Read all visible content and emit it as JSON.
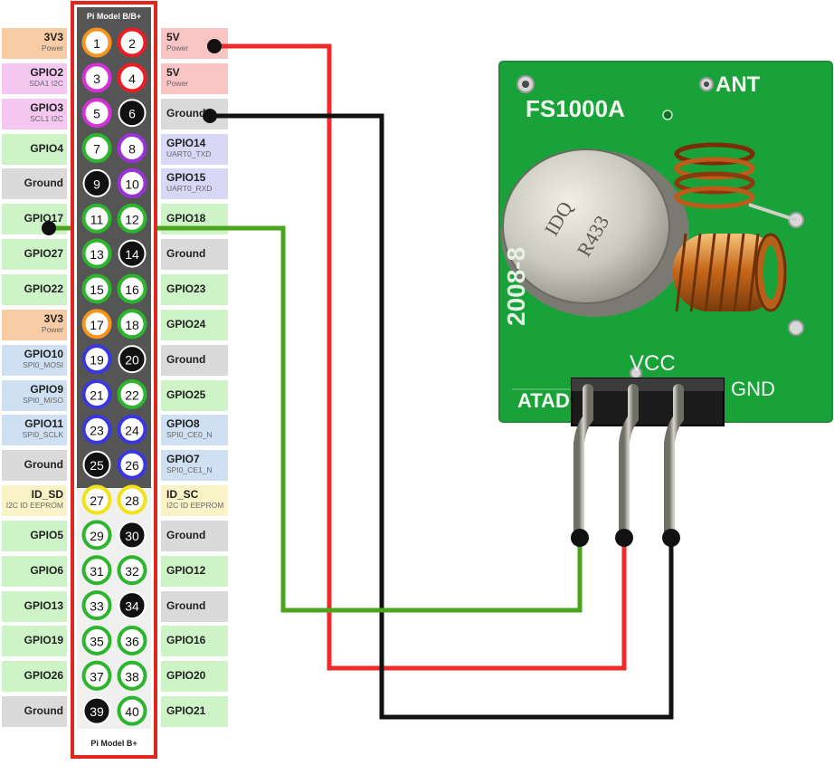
{
  "header": {
    "top_title": "Pi Model B/B+",
    "bottom_title": "Pi Model B+"
  },
  "colors": {
    "power3v3": "#f7cba4",
    "power5v": "#f8c4c4",
    "i2c": "#f4c8f1",
    "gpio": "#cdf3c7",
    "ground": "#dadada",
    "uart": "#d8d8f6",
    "spi": "#cfe0f2",
    "eeprom": "#fbf3c8",
    "ring_orange": "#f7941d",
    "ring_red": "#ed1c24",
    "ring_magenta": "#d631d6",
    "ring_green": "#2db52d",
    "ring_purple": "#9a32d6",
    "ring_blue": "#3b37e0",
    "ring_yellow": "#f2e21a",
    "ring_black": "#111111",
    "wire_red": "#ee2a2a",
    "wire_black": "#111111",
    "wire_green": "#4aa51c",
    "header_frame": "#e0261f"
  },
  "pins": [
    {
      "n": "1",
      "c": "orange"
    },
    {
      "n": "2",
      "c": "red"
    },
    {
      "n": "3",
      "c": "magenta"
    },
    {
      "n": "4",
      "c": "red"
    },
    {
      "n": "5",
      "c": "magenta"
    },
    {
      "n": "6",
      "c": "black"
    },
    {
      "n": "7",
      "c": "green"
    },
    {
      "n": "8",
      "c": "purple"
    },
    {
      "n": "9",
      "c": "black"
    },
    {
      "n": "10",
      "c": "purple"
    },
    {
      "n": "11",
      "c": "green"
    },
    {
      "n": "12",
      "c": "green"
    },
    {
      "n": "13",
      "c": "green"
    },
    {
      "n": "14",
      "c": "black"
    },
    {
      "n": "15",
      "c": "green"
    },
    {
      "n": "16",
      "c": "green"
    },
    {
      "n": "17",
      "c": "orange"
    },
    {
      "n": "18",
      "c": "green"
    },
    {
      "n": "19",
      "c": "blue"
    },
    {
      "n": "20",
      "c": "black"
    },
    {
      "n": "21",
      "c": "blue"
    },
    {
      "n": "22",
      "c": "green"
    },
    {
      "n": "23",
      "c": "blue"
    },
    {
      "n": "24",
      "c": "blue"
    },
    {
      "n": "25",
      "c": "black"
    },
    {
      "n": "26",
      "c": "blue"
    },
    {
      "n": "27",
      "c": "yellow"
    },
    {
      "n": "28",
      "c": "yellow"
    },
    {
      "n": "29",
      "c": "green"
    },
    {
      "n": "30",
      "c": "black"
    },
    {
      "n": "31",
      "c": "green"
    },
    {
      "n": "32",
      "c": "green"
    },
    {
      "n": "33",
      "c": "green"
    },
    {
      "n": "34",
      "c": "black"
    },
    {
      "n": "35",
      "c": "green"
    },
    {
      "n": "36",
      "c": "green"
    },
    {
      "n": "37",
      "c": "green"
    },
    {
      "n": "38",
      "c": "green"
    },
    {
      "n": "39",
      "c": "black"
    },
    {
      "n": "40",
      "c": "green"
    }
  ],
  "left_labels": [
    {
      "name": "3V3",
      "sub": "Power",
      "type": "power3v3"
    },
    {
      "name": "GPIO2",
      "sub": "SDA1 I2C",
      "type": "i2c"
    },
    {
      "name": "GPIO3",
      "sub": "SCL1 I2C",
      "type": "i2c"
    },
    {
      "name": "GPIO4",
      "sub": "",
      "type": "gpio"
    },
    {
      "name": "Ground",
      "sub": "",
      "type": "ground"
    },
    {
      "name": "GPIO17",
      "sub": "",
      "type": "gpio"
    },
    {
      "name": "GPIO27",
      "sub": "",
      "type": "gpio"
    },
    {
      "name": "GPIO22",
      "sub": "",
      "type": "gpio"
    },
    {
      "name": "3V3",
      "sub": "Power",
      "type": "power3v3"
    },
    {
      "name": "GPIO10",
      "sub": "SPI0_MOSI",
      "type": "spi"
    },
    {
      "name": "GPIO9",
      "sub": "SPI0_MISO",
      "type": "spi"
    },
    {
      "name": "GPIO11",
      "sub": "SPI0_SCLK",
      "type": "spi"
    },
    {
      "name": "Ground",
      "sub": "",
      "type": "ground"
    },
    {
      "name": "ID_SD",
      "sub": "I2C ID EEPROM",
      "type": "eeprom"
    },
    {
      "name": "GPIO5",
      "sub": "",
      "type": "gpio"
    },
    {
      "name": "GPIO6",
      "sub": "",
      "type": "gpio"
    },
    {
      "name": "GPIO13",
      "sub": "",
      "type": "gpio"
    },
    {
      "name": "GPIO19",
      "sub": "",
      "type": "gpio"
    },
    {
      "name": "GPIO26",
      "sub": "",
      "type": "gpio"
    },
    {
      "name": "Ground",
      "sub": "",
      "type": "ground"
    }
  ],
  "right_labels": [
    {
      "name": "5V",
      "sub": "Power",
      "type": "power5v"
    },
    {
      "name": "5V",
      "sub": "Power",
      "type": "power5v"
    },
    {
      "name": "Ground",
      "sub": "",
      "type": "ground"
    },
    {
      "name": "GPIO14",
      "sub": "UART0_TXD",
      "type": "uart"
    },
    {
      "name": "GPIO15",
      "sub": "UART0_RXD",
      "type": "uart"
    },
    {
      "name": "GPIO18",
      "sub": "",
      "type": "gpio"
    },
    {
      "name": "Ground",
      "sub": "",
      "type": "ground"
    },
    {
      "name": "GPIO23",
      "sub": "",
      "type": "gpio"
    },
    {
      "name": "GPIO24",
      "sub": "",
      "type": "gpio"
    },
    {
      "name": "Ground",
      "sub": "",
      "type": "ground"
    },
    {
      "name": "GPIO25",
      "sub": "",
      "type": "gpio"
    },
    {
      "name": "GPIO8",
      "sub": "SPI0_CE0_N",
      "type": "spi"
    },
    {
      "name": "GPIO7",
      "sub": "SPI0_CE1_N",
      "type": "spi"
    },
    {
      "name": "ID_SC",
      "sub": "I2C ID EEPROM",
      "type": "eeprom"
    },
    {
      "name": "Ground",
      "sub": "",
      "type": "ground"
    },
    {
      "name": "GPIO12",
      "sub": "",
      "type": "gpio"
    },
    {
      "name": "Ground",
      "sub": "",
      "type": "ground"
    },
    {
      "name": "GPIO16",
      "sub": "",
      "type": "gpio"
    },
    {
      "name": "GPIO20",
      "sub": "",
      "type": "gpio"
    },
    {
      "name": "GPIO21",
      "sub": "",
      "type": "gpio"
    }
  ],
  "module": {
    "model": "FS1000A",
    "ant_label": "ANT",
    "vcc_label": "VCC",
    "data_label": "ATAD",
    "gnd_label": "GND",
    "edge_text": "2008-8",
    "crystal_text_1": "IDQ",
    "crystal_text_2": "R433"
  }
}
